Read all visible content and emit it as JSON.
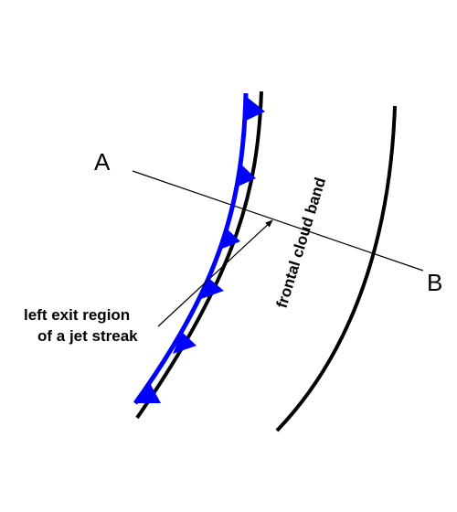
{
  "diagram": {
    "labels": {
      "point_a": "A",
      "point_b": "B",
      "cloud_band": "frontal cloud band",
      "jet_line1": "left exit region",
      "jet_line2": "of a jet streak"
    },
    "colors": {
      "front": "#0000ff",
      "lines": "#000000",
      "background": "#ffffff"
    },
    "front_symbols": 6
  }
}
